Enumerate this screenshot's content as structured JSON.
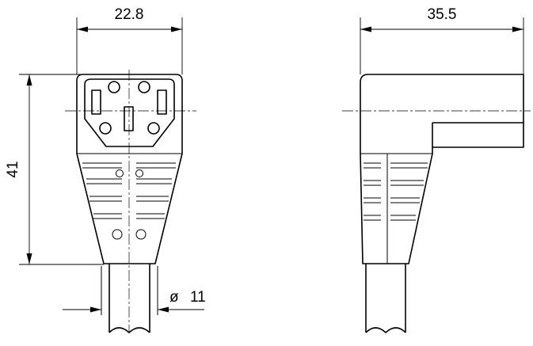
{
  "front_view": {
    "width_dim": "22.8",
    "height_dim": "41",
    "cable_diameter_symbol": "ø",
    "cable_diameter_value": "11"
  },
  "side_view": {
    "depth_dim": "35.5"
  }
}
